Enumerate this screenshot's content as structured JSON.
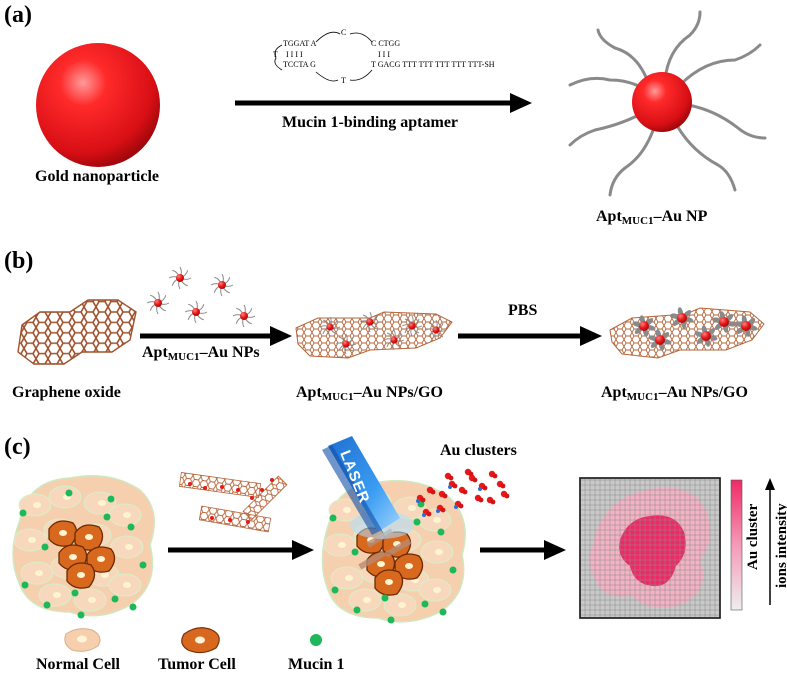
{
  "panels": {
    "a": "(a)",
    "b": "(b)",
    "c": "(c)"
  },
  "panel_a": {
    "gold_np_label": "Gold nanoparticle",
    "aptamer_label": "Mucin 1-binding aptamer",
    "product_label_main": "Apt",
    "product_label_sub": "MUC1",
    "product_label_tail": "–Au NP",
    "sequence": {
      "top_left": "TGGAT A",
      "ticks_left": "I I I I",
      "bottom_left": "TCCTA G",
      "loop_top": "C",
      "loop_bottom": "T",
      "end_left": "T",
      "top_right": "C CTGG",
      "ticks_right": "I I I",
      "bottom_right": "T GACG TTT TTT TTT TTT TTT-SH"
    }
  },
  "panel_b": {
    "go_label": "Graphene oxide",
    "arrow1_main": "Apt",
    "arrow1_sub": "MUC1",
    "arrow1_tail": "–Au NPs",
    "pbs_label": "PBS",
    "mid_main": "Apt",
    "mid_sub": "MUC1",
    "mid_tail": "–Au NPs/GO",
    "right_main": "Apt",
    "right_sub": "MUC1",
    "right_tail": "–Au NPs/GO"
  },
  "panel_c": {
    "laser_label": "LASER",
    "au_clusters_label": "Au clusters",
    "intensity_line1": "Au cluster",
    "intensity_line2": "ions intensity",
    "legend": {
      "normal": "Normal Cell",
      "tumor": "Tumor Cell",
      "mucin": "Mucin 1"
    }
  },
  "colors": {
    "gold_red": "#e8131b",
    "graphene_brown": "#a0522d",
    "normal_cell": "#f6cfae",
    "tumor_cell": "#d8681d",
    "mucin_green": "#1cb85a",
    "heat_pink": "#f08aa4",
    "heat_hot": "#ee2a66",
    "laser_blue": "#2f8fe8"
  }
}
